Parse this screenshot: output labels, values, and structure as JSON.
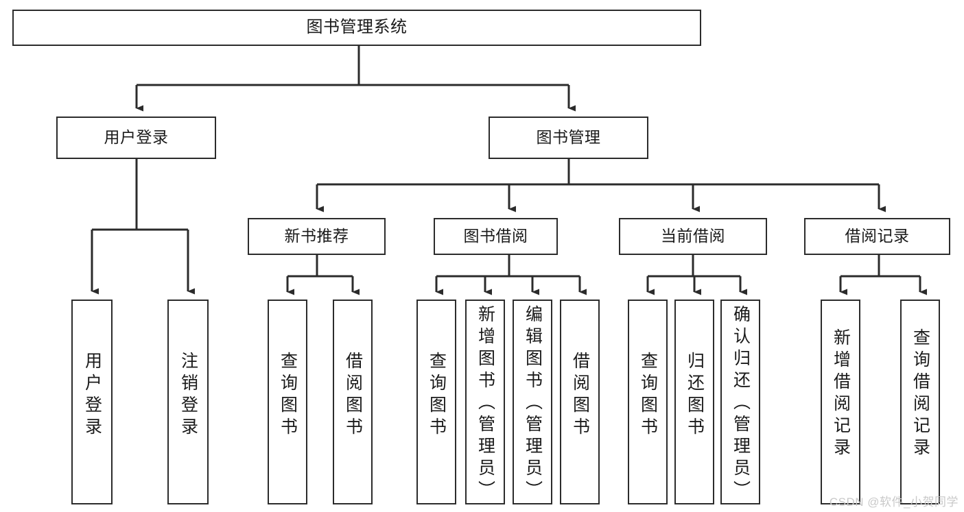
{
  "diagram": {
    "type": "tree-hierarchy-chart",
    "title": "图书管理系统",
    "colors": {
      "stroke": "#2b2b2b",
      "fill": "#ffffff",
      "text": "#1a1a1a",
      "watermark": "#c9c9c9"
    },
    "nodes": {
      "root": {
        "label": "图书管理系统"
      },
      "level2": [
        {
          "id": "user-login",
          "label": "用户登录"
        },
        {
          "id": "book-management",
          "label": "图书管理"
        }
      ],
      "level3": [
        {
          "id": "new-book-recommend",
          "label": "新书推荐"
        },
        {
          "id": "book-borrow",
          "label": "图书借阅"
        },
        {
          "id": "current-borrow",
          "label": "当前借阅"
        },
        {
          "id": "borrow-record",
          "label": "借阅记录"
        }
      ],
      "leaves": {
        "user-login": [
          {
            "id": "user-login-leaf",
            "label": "用户登录"
          },
          {
            "id": "user-logout-leaf",
            "label": "注销登录"
          }
        ],
        "new-book-recommend": [
          {
            "id": "query-book-1",
            "label": "查询图书"
          },
          {
            "id": "borrow-book-1",
            "label": "借阅图书"
          }
        ],
        "book-borrow": [
          {
            "id": "query-book-2",
            "label": "查询图书"
          },
          {
            "id": "add-book",
            "label": "新增图书（管理员）"
          },
          {
            "id": "edit-book",
            "label": "编辑图书（管理员）"
          },
          {
            "id": "borrow-book-2",
            "label": "借阅图书"
          }
        ],
        "current-borrow": [
          {
            "id": "query-book-3",
            "label": "查询图书"
          },
          {
            "id": "return-book",
            "label": "归还图书"
          },
          {
            "id": "confirm-return",
            "label": "确认归还（管理员）"
          }
        ],
        "borrow-record": [
          {
            "id": "add-borrow-record",
            "label": "新增借阅记录"
          },
          {
            "id": "query-borrow-record",
            "label": "查询借阅记录"
          }
        ]
      }
    },
    "watermark": "CSDN @软件_小贺同学"
  }
}
